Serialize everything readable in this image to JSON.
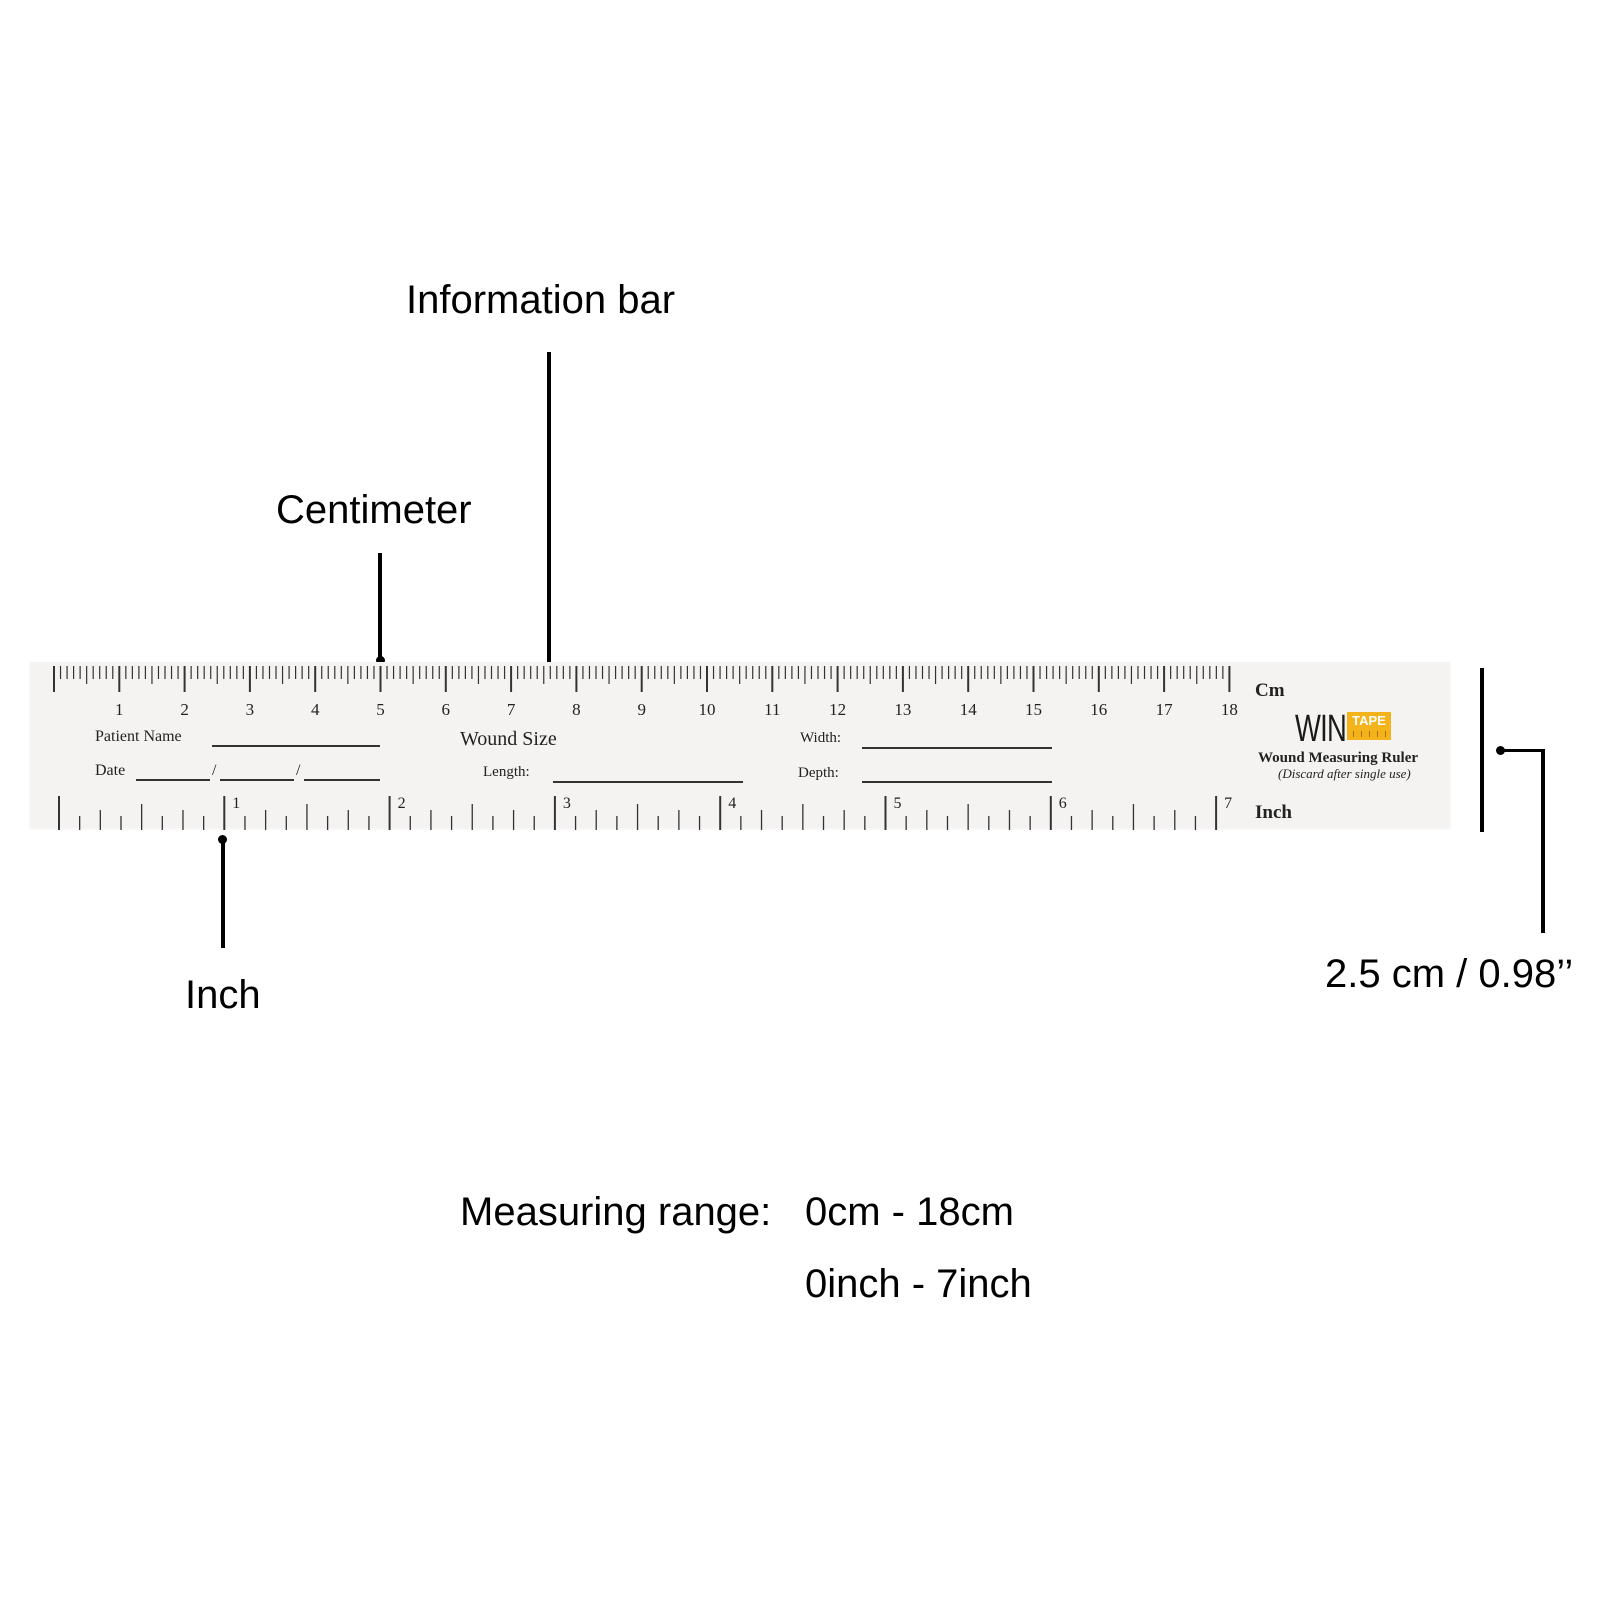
{
  "annotations": {
    "information_bar": "Information bar",
    "centimeter": "Centimeter",
    "inch": "Inch",
    "width": "2.5 cm / 0.98’’",
    "measuring_range_label": "Measuring range:",
    "range_cm": "0cm - 18cm",
    "range_inch": "0inch - 7inch"
  },
  "ruler": {
    "cm_scale": {
      "unit_label": "Cm",
      "min": 0,
      "max": 18,
      "major_labels": [
        "1",
        "2",
        "3",
        "4",
        "5",
        "6",
        "7",
        "8",
        "9",
        "10",
        "11",
        "12",
        "13",
        "14",
        "15",
        "16",
        "17",
        "18"
      ]
    },
    "inch_scale": {
      "unit_label": "Inch",
      "min": 0,
      "max": 7,
      "major_labels": [
        "1",
        "2",
        "3",
        "4",
        "5",
        "6",
        "7"
      ]
    },
    "fields": {
      "patient_name": "Patient Name",
      "date": "Date",
      "date_sep1": "/",
      "date_sep2": "/",
      "wound_size": "Wound Size",
      "length": "Length:",
      "width": "Width:",
      "depth": "Depth:"
    },
    "brand": {
      "logo_main": "WIN",
      "logo_tag": "TAPE",
      "product": "Wound Measuring Ruler",
      "note": "(Discard after single use)",
      "tag_color": "#f4b21b"
    }
  }
}
